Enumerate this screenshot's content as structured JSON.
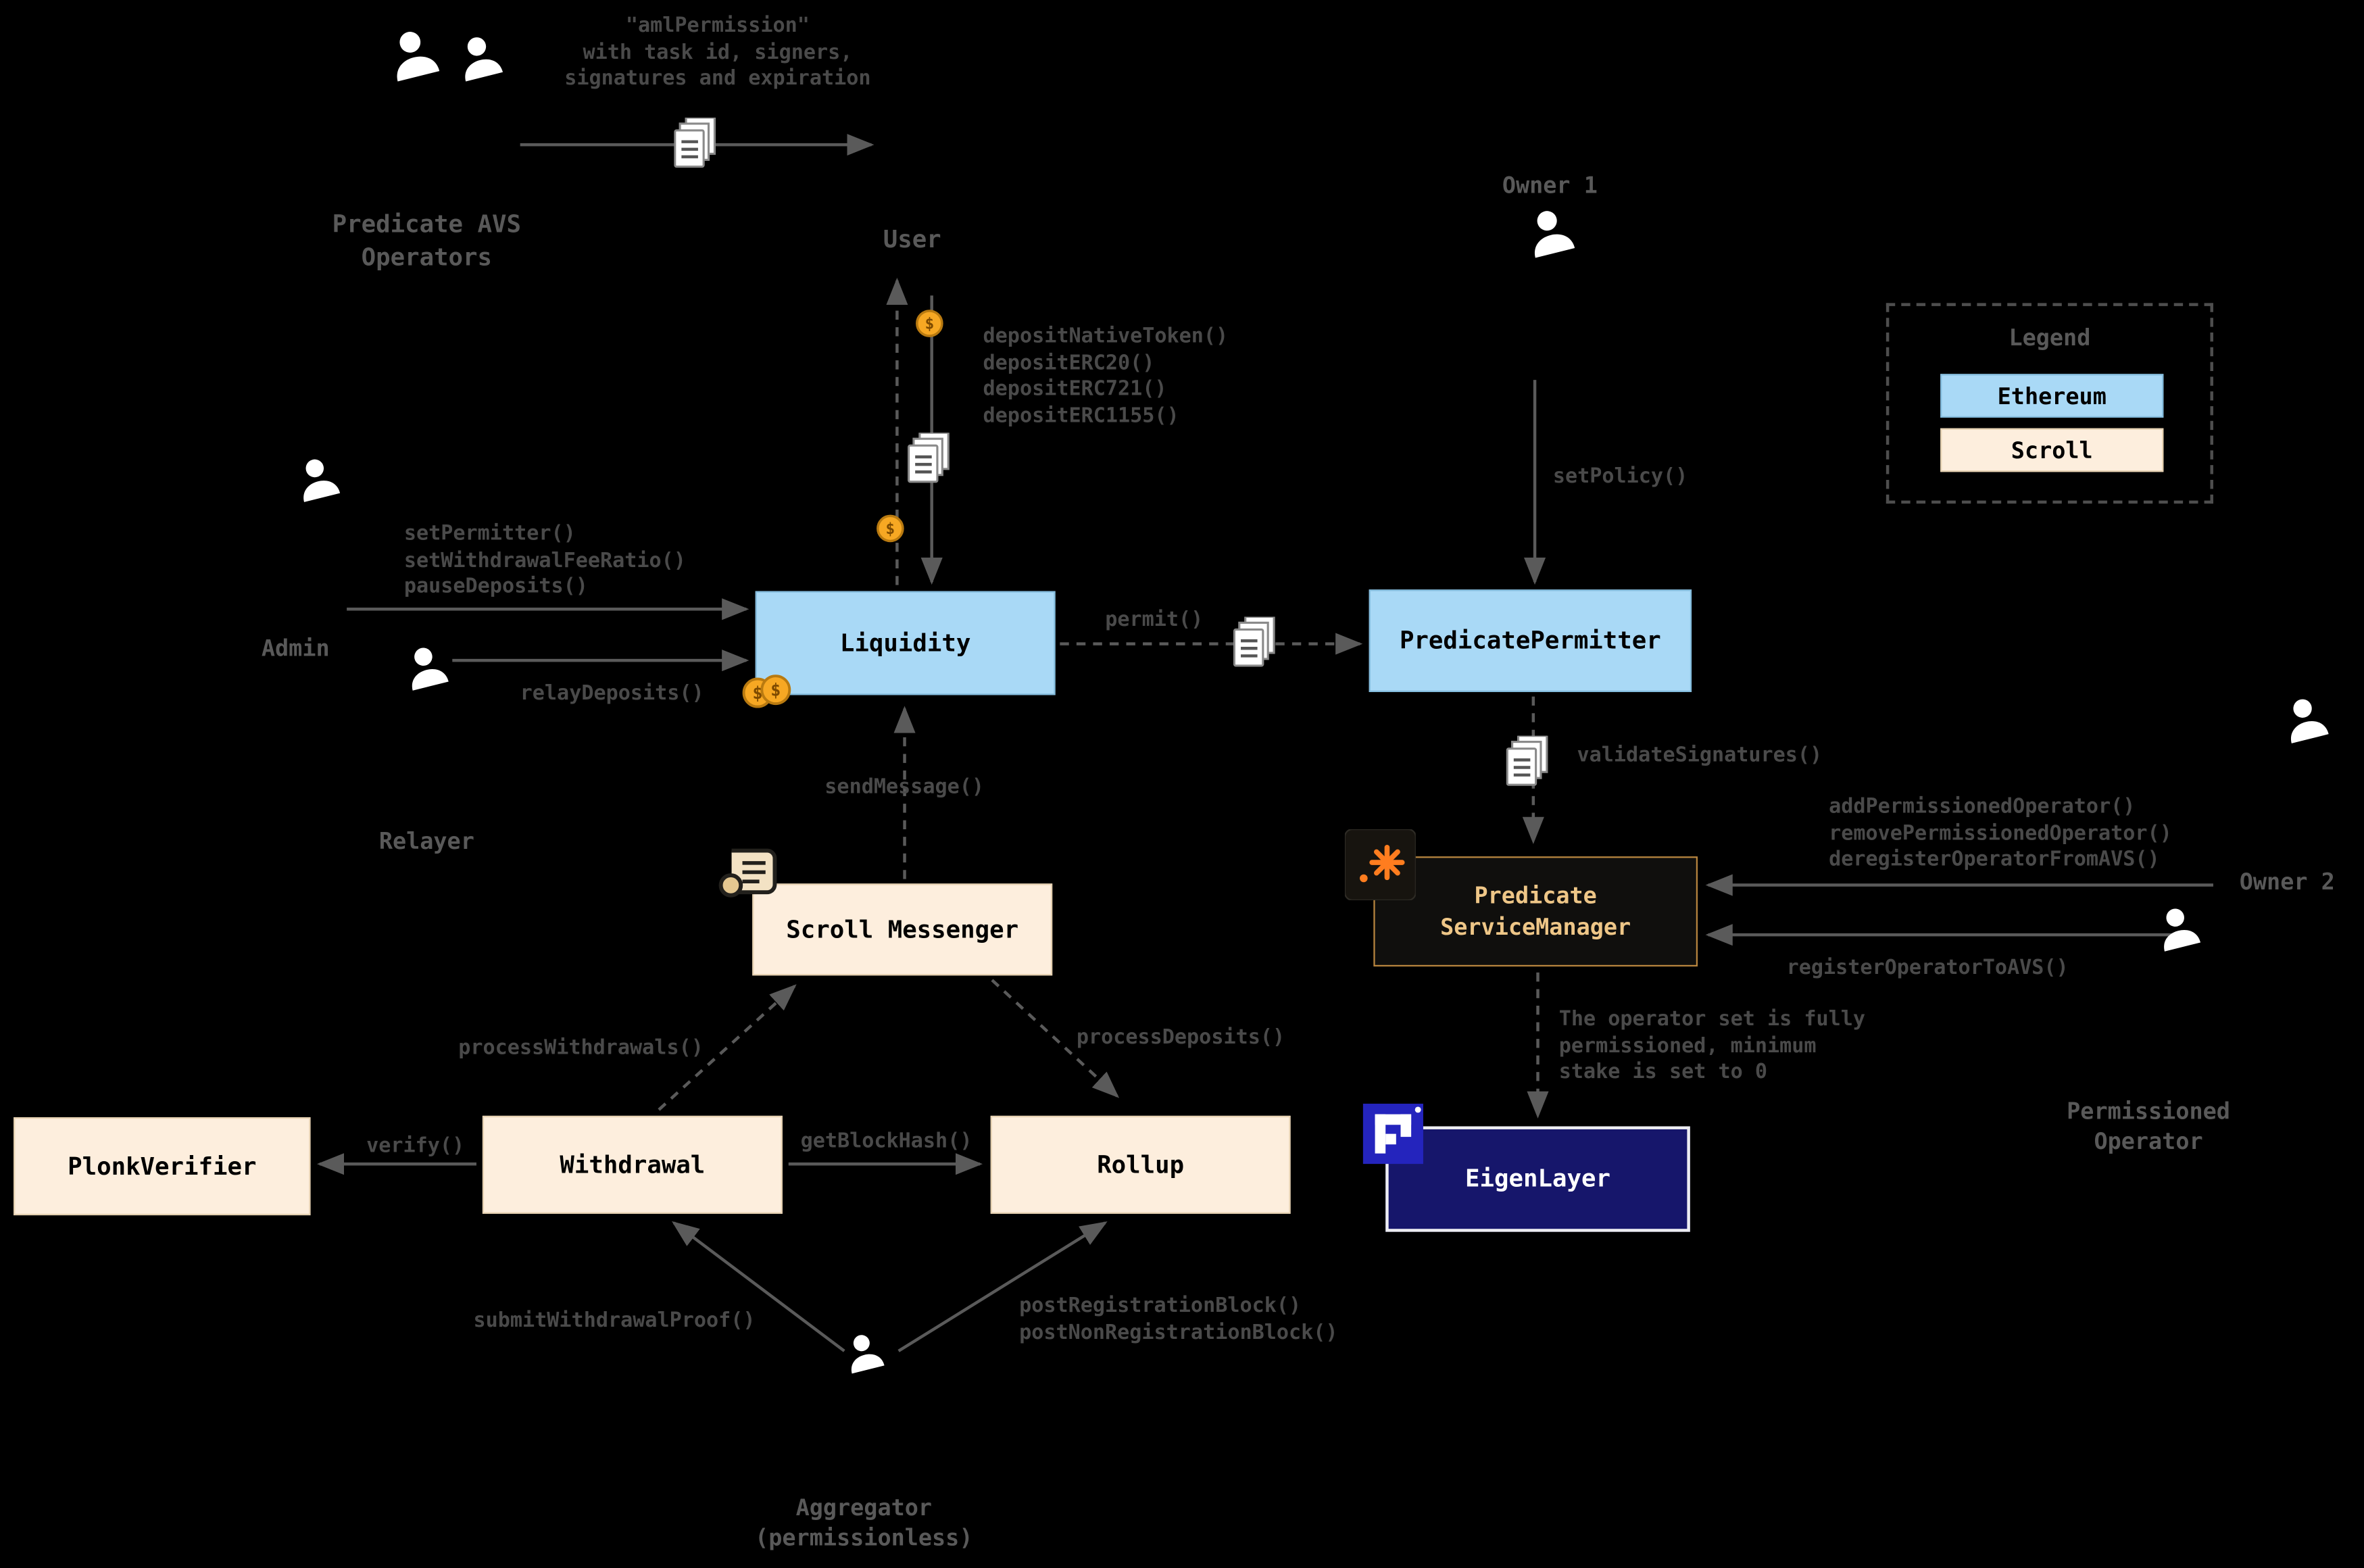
{
  "legend": {
    "title": "Legend",
    "items": [
      {
        "label": "Ethereum",
        "color": "#a9d9f6"
      },
      {
        "label": "Scroll",
        "color": "#fdeedd"
      }
    ]
  },
  "actors": {
    "predicate_avs_operators": "Predicate AVS\nOperators",
    "user": "User",
    "owner1": "Owner 1",
    "admin": "Admin",
    "relayer": "Relayer",
    "owner2": "Owner 2",
    "permissioned_operator": "Permissioned\nOperator",
    "aggregator": "Aggregator\n(permissionless)"
  },
  "nodes": {
    "liquidity": "Liquidity",
    "predicate_permitter": "PredicatePermitter",
    "scroll_messenger": "Scroll Messenger",
    "plonk_verifier": "PlonkVerifier",
    "withdrawal": "Withdrawal",
    "rollup": "Rollup",
    "predicate_service_manager": "Predicate\nServiceManager",
    "eigenlayer": "EigenLayer"
  },
  "edges": {
    "aml_note": "\"amlPermission\"\nwith task id, signers,\nsignatures and expiration",
    "deposits": "depositNativeToken()\ndepositERC20()\ndepositERC721()\ndepositERC1155()",
    "set_policy": "setPolicy()",
    "admin_calls": "setPermitter()\nsetWithdrawalFeeRatio()\npauseDeposits()",
    "relay_deposits": "relayDeposits()",
    "permit": "permit()",
    "validate_signatures": "validateSignatures()",
    "owner2_calls": "addPermissionedOperator()\nremovePermissionedOperator()\nderegisterOperatorFromAVS()",
    "register_operator": "registerOperatorToAVS()",
    "send_message": "sendMessage()",
    "process_withdrawals": "processWithdrawals()",
    "process_deposits": "processDeposits()",
    "verify": "verify()",
    "get_block_hash": "getBlockHash()",
    "submit_withdrawal_proof": "submitWithdrawalProof()",
    "post_blocks": "postRegistrationBlock()\npostNonRegistrationBlock()",
    "operator_note": "The operator set is fully\npermissioned, minimum\nstake is set to 0"
  },
  "colors": {
    "background": "#000000",
    "arrow": "#5a5a5a",
    "label_gray": "#4a4a4a",
    "predicate_accent": "#ff7d1f",
    "eigenlayer_fill": "#16166b",
    "coin": "#f7a823"
  }
}
